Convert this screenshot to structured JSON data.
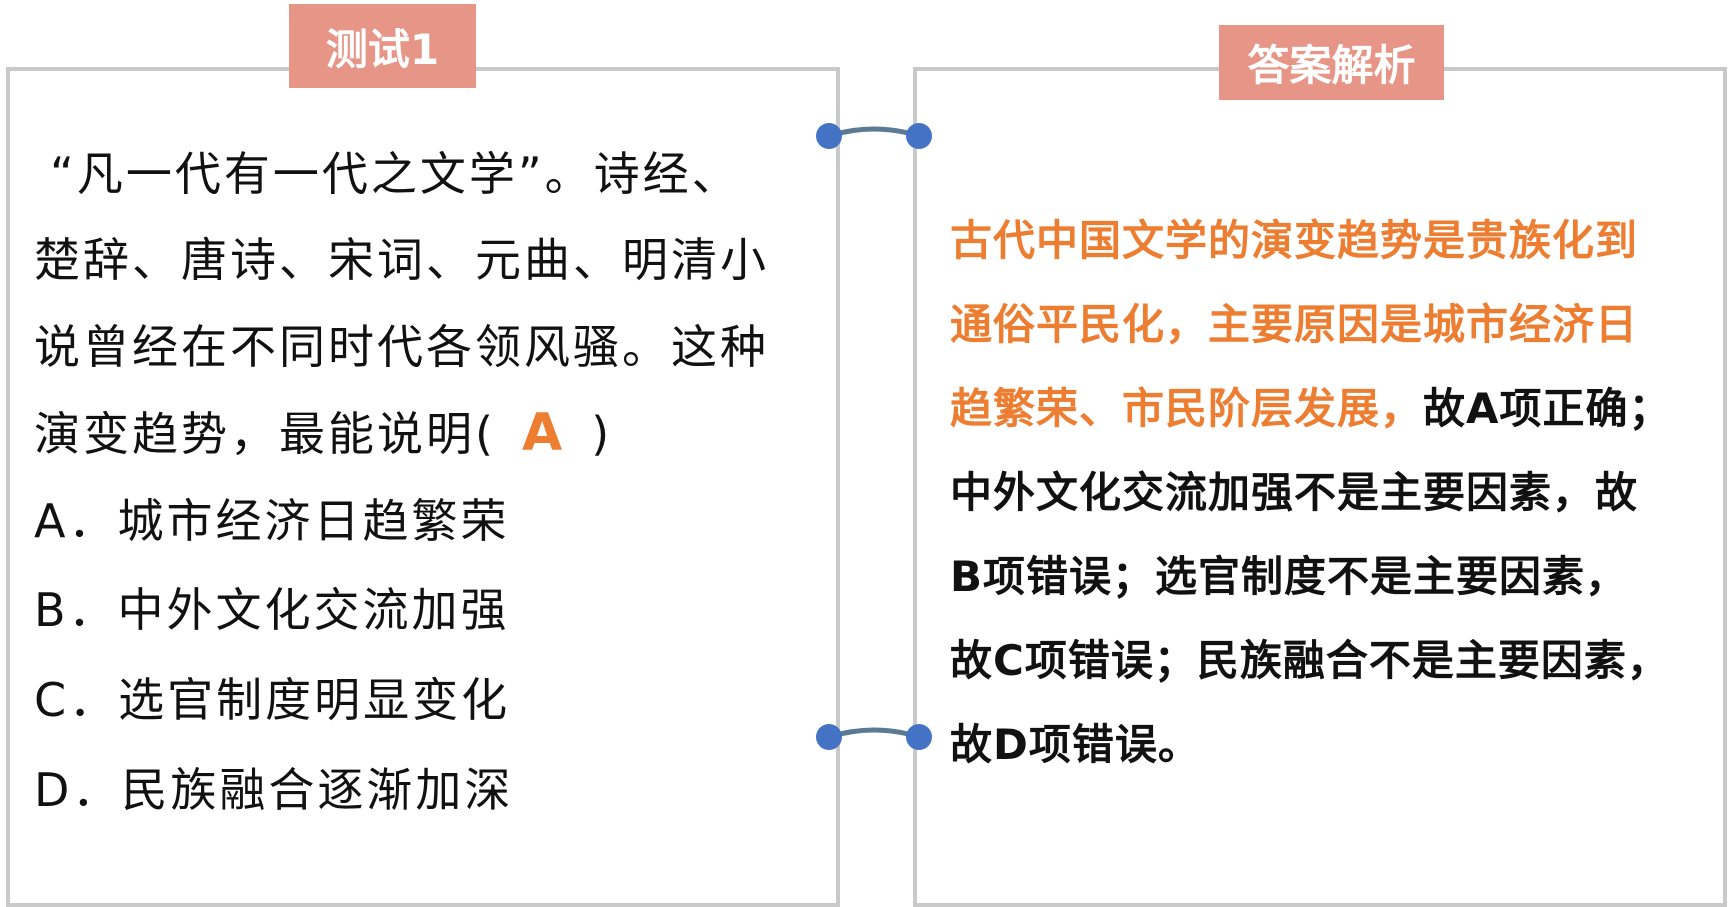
{
  "question_panel": {
    "title": "测试1",
    "stem_lines": [
      "“凡一代有一代之文学”。诗经、",
      "楚辞、唐诗、宋词、元曲、明清小",
      "说曾经在不同时代各领风骚。这种"
    ],
    "stem_last_prefix": "演变趋势，最能说明(",
    "answer": "A",
    "stem_last_suffix": ")",
    "options": [
      "A．城市经济日趋繁荣",
      "B．中外文化交流加强",
      "C．选官制度明显变化",
      "D．民族融合逐渐加深"
    ]
  },
  "answer_panel": {
    "title": "答案解析",
    "line1": "古代中国文学的演变趋势是贵族化到",
    "line2": "通俗平民化，主要原因是城市经济日",
    "line3_orange": "趋繁荣、市民阶层发展，",
    "line3_black": "故A项正确；",
    "line4": "中外文化交流加强不是主要因素，故",
    "line5": "B项错误；选官制度不是主要因素，",
    "line6": "故C项错误；民族融合不是主要因素，",
    "line7": "故D项错误。"
  },
  "colors": {
    "accent": "#ed7d31",
    "tab": "#e69586",
    "border": "#c9c9c9",
    "connector_dot": "#4472c4",
    "connector_line": "#5a7a94"
  }
}
